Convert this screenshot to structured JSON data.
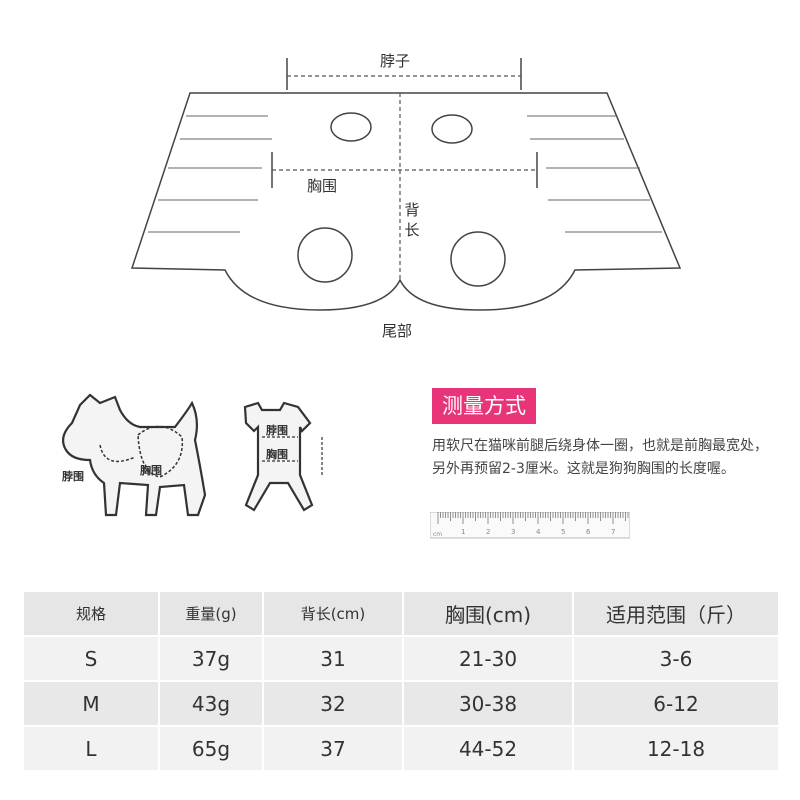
{
  "pattern": {
    "neck_label": "脖子",
    "chest_label": "胸围",
    "back_label_1": "背",
    "back_label_2": "长",
    "tail_label": "尾部"
  },
  "illustration": {
    "dog_neck_label": "脖围",
    "dog_chest_label": "胸围",
    "garment_neck_label": "脖围",
    "garment_chest_label": "胸围"
  },
  "method": {
    "title": "测量方式",
    "description": "用软尺在猫咪前腿后绕身体一圈，也就是前胸最宽处，另外再预留2-3厘米。这就是狗狗胸围的长度喔。"
  },
  "ruler": {
    "unit": "cm",
    "numbers": [
      "1",
      "2",
      "3",
      "4",
      "5",
      "6",
      "7"
    ]
  },
  "size_table": {
    "headers": [
      "规格",
      "重量(g)",
      "背长(cm)",
      "胸围(cm)",
      "适用范围（斤）"
    ],
    "rows": [
      [
        "S",
        "37g",
        "31",
        "21-30",
        "3-6"
      ],
      [
        "M",
        "43g",
        "32",
        "30-38",
        "6-12"
      ],
      [
        "L",
        "65g",
        "37",
        "44-52",
        "12-18"
      ]
    ]
  },
  "colors": {
    "accent": "#e8357a",
    "header_bg": "#e6e6e6",
    "row_bg": "#f2f2f2"
  }
}
